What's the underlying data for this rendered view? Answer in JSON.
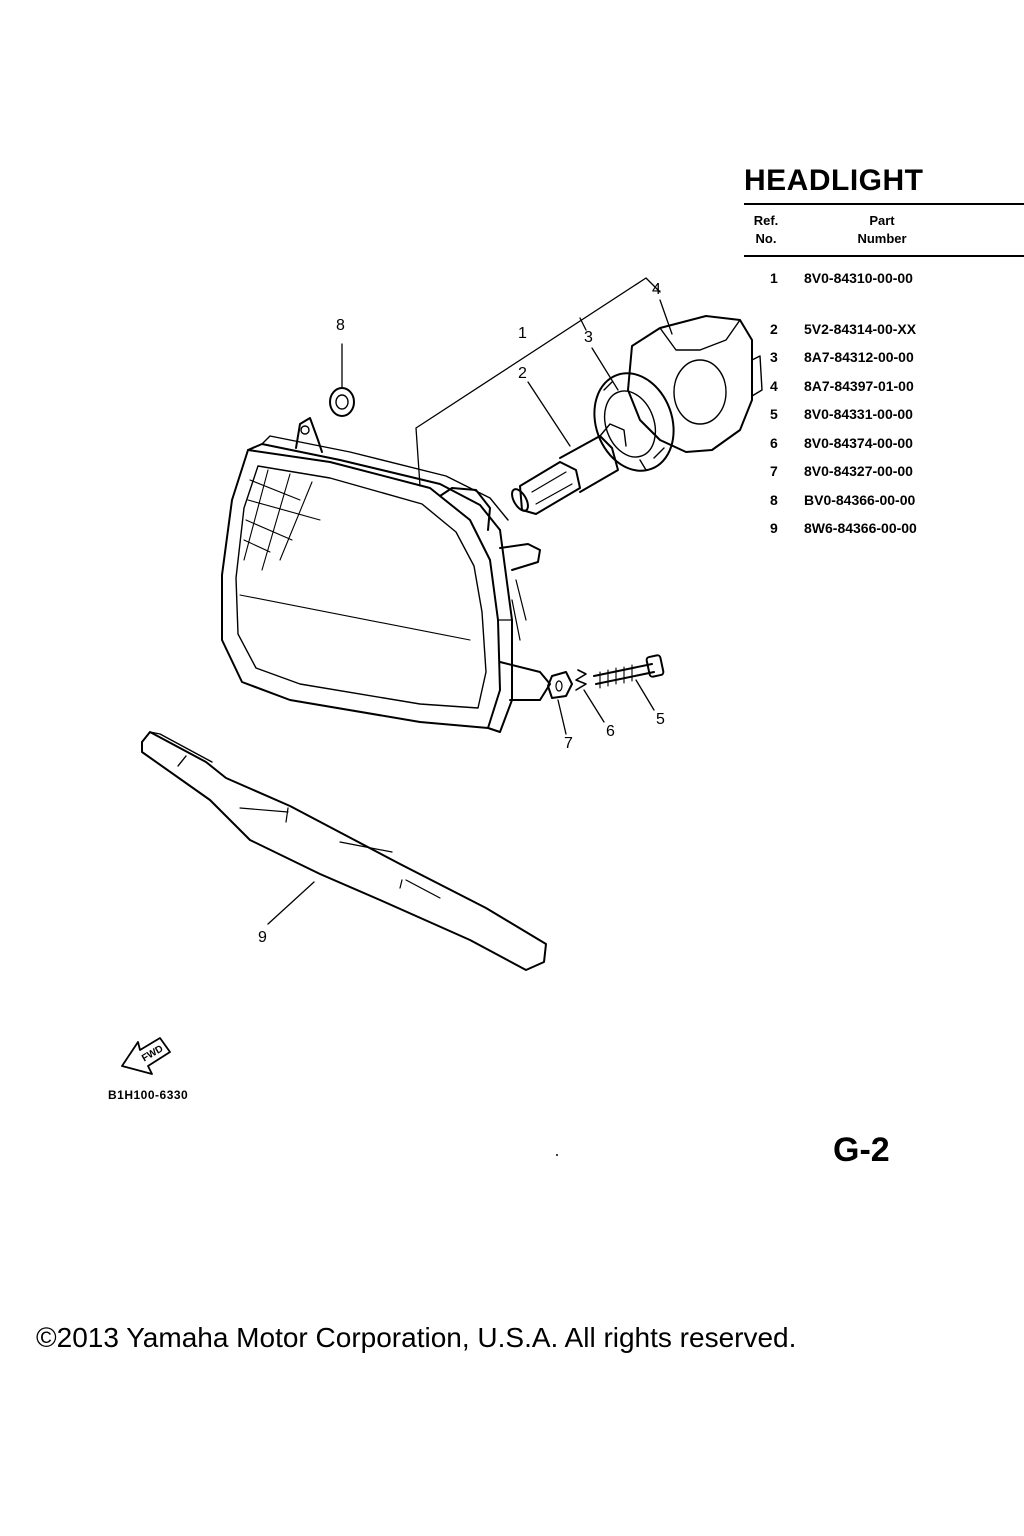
{
  "page": {
    "title": "HEADLIGHT",
    "page_code": "G-2",
    "drawing_code": "B1H100-6330",
    "copyright": "©2013 Yamaha Motor Corporation, U.S.A. All rights reserved."
  },
  "table": {
    "ref_header_line1": "Ref.",
    "ref_header_line2": "No.",
    "part_header_line1": "Part",
    "part_header_line2": "Number",
    "rows": [
      {
        "ref": "1",
        "part_number": "8V0-84310-00-00"
      },
      {
        "ref": "2",
        "part_number": "5V2-84314-00-XX"
      },
      {
        "ref": "3",
        "part_number": "8A7-84312-00-00"
      },
      {
        "ref": "4",
        "part_number": "8A7-84397-01-00"
      },
      {
        "ref": "5",
        "part_number": "8V0-84331-00-00"
      },
      {
        "ref": "6",
        "part_number": "8V0-84374-00-00"
      },
      {
        "ref": "7",
        "part_number": "8V0-84327-00-00"
      },
      {
        "ref": "8",
        "part_number": "BV0-84366-00-00"
      },
      {
        "ref": "9",
        "part_number": "8W6-84366-00-00"
      }
    ]
  },
  "callouts": {
    "c1": "1",
    "c2": "2",
    "c3": "3",
    "c4": "4",
    "c5": "5",
    "c6": "6",
    "c7": "7",
    "c8": "8",
    "c9": "9"
  },
  "icons": {
    "forward_arrow": "forward-arrow-icon",
    "forward_label": "FWD"
  }
}
